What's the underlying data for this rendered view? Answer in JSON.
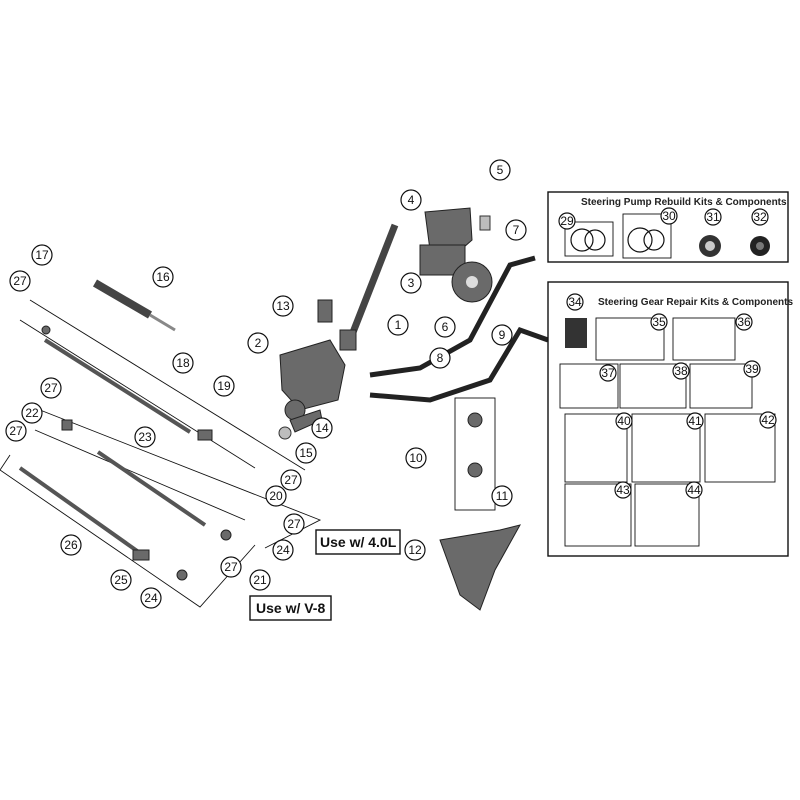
{
  "diagram": {
    "callouts": [
      "17",
      "27",
      "16",
      "18",
      "19",
      "27",
      "22",
      "27",
      "23",
      "27",
      "20",
      "26",
      "27",
      "24",
      "27",
      "21",
      "25",
      "24",
      "13",
      "2",
      "14",
      "15",
      "1",
      "4",
      "5",
      "7",
      "3",
      "6",
      "9",
      "8",
      "10",
      "11",
      "12"
    ],
    "pump_kit_panel": {
      "title": "Steering Pump Rebuild Kits & Components",
      "callouts": [
        "29",
        "30",
        "31",
        "32"
      ]
    },
    "gear_kit_panel": {
      "title": "Steering Gear Repair Kits & Components",
      "callouts": [
        "34",
        "35",
        "36",
        "37",
        "38",
        "39",
        "40",
        "41",
        "42",
        "43",
        "44"
      ]
    },
    "notes": {
      "use_40l": "Use w/ 4.0L",
      "use_v8": "Use w/ V-8"
    }
  }
}
